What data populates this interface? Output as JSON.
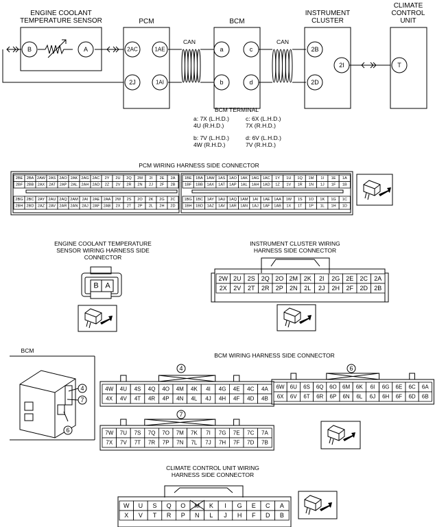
{
  "components": {
    "ect_sensor": "ENGINE COOLANT\nTEMPERATURE SENSOR",
    "pcm": "PCM",
    "bcm": "BCM",
    "instrument_cluster": "INSTRUMENT\nCLUSTER",
    "climate_control_unit": "CLIMATE\nCONTROL\nUNIT"
  },
  "pins": {
    "ect_b": "B",
    "ect_a": "A",
    "pcm_2ac": "2AC",
    "pcm_1ae": "1AE",
    "pcm_2j": "2J",
    "pcm_1ai": "1AI",
    "bcm_a": "a",
    "bcm_b": "b",
    "bcm_c": "c",
    "bcm_d": "d",
    "ic_2b": "2B",
    "ic_2d": "2D",
    "ic_2i": "2I",
    "ccu_t": "T"
  },
  "can_label": "CAN",
  "bcm_terminal": {
    "title": "BCM TERMINAL",
    "a": "a: 7X (L.H.D.)\n    4U (R.H.D.)",
    "b": "b: 7V (L.H.D.)\n    4W (R.H.D.)",
    "c": "c: 6X (L.H.D.)\n    7X (R.H.D.)",
    "d": "d: 6V (L.H.D.)\n    7V (R.H.D.)"
  },
  "pcm_connector": {
    "title": "PCM WIRING HARNESS SIDE CONNECTOR",
    "left_top": [
      [
        "2BE",
        "2BA",
        "2AW",
        "2AS",
        "2AO",
        "2AK",
        "2AG",
        "2AC",
        "2Y",
        "2U",
        "2Q",
        "2M",
        "2I",
        "2E",
        "2A"
      ],
      [
        "2BF",
        "2BB",
        "2AX",
        "2AT",
        "2AP",
        "2AL",
        "2AH",
        "2AD",
        "2Z",
        "2V",
        "2R",
        "2N",
        "2J",
        "2F",
        "2B"
      ]
    ],
    "left_bottom": [
      [
        "2BG",
        "2BC",
        "2AY",
        "2AU",
        "2AQ",
        "2AM",
        "2AI",
        "2AE",
        "2AA",
        "2W",
        "2S",
        "2O",
        "2K",
        "2G",
        "2C"
      ],
      [
        "2BH",
        "2BD",
        "2AZ",
        "2AV",
        "2AR",
        "2AN",
        "2AJ",
        "2AF",
        "2AB",
        "2X",
        "2T",
        "2P",
        "2L",
        "2H",
        "2D"
      ]
    ],
    "right_top": [
      [
        "1BE",
        "1BA",
        "1AW",
        "1AS",
        "1AO",
        "1AK",
        "1AG",
        "1AC",
        "1Y",
        "1U",
        "1Q",
        "1M",
        "1I",
        "1E",
        "1A"
      ],
      [
        "1BF",
        "1BB",
        "1AX",
        "1AT",
        "1AP",
        "1AL",
        "1AH",
        "1AD",
        "1Z",
        "1V",
        "1R",
        "1N",
        "1J",
        "1F",
        "1B"
      ]
    ],
    "right_bottom": [
      [
        "1BG",
        "1BC",
        "1AY",
        "1AU",
        "1AQ",
        "1AM",
        "1AI",
        "1AE",
        "1AA",
        "1W",
        "1S",
        "1O",
        "1K",
        "1G",
        "1C"
      ],
      [
        "1BH",
        "1BD",
        "1AZ",
        "1AV",
        "1AR",
        "1AN",
        "1AJ",
        "1AF",
        "1AB",
        "1X",
        "1T",
        "1P",
        "1L",
        "1H",
        "1D"
      ]
    ]
  },
  "ect_connector": {
    "title": "ENGINE COOLANT TEMPERATURE\nSENSOR WIRING HARNESS SIDE\nCONNECTOR",
    "pins": [
      "B",
      "A"
    ]
  },
  "ic_connector": {
    "title": "INSTRUMENT CLUSTER WIRING\nHARNESS SIDE CONNECTOR",
    "rows": [
      [
        "2W",
        "2U",
        "2S",
        "2Q",
        "2O",
        "2M",
        "2K",
        "2I",
        "2G",
        "2E",
        "2C",
        "2A"
      ],
      [
        "2X",
        "2V",
        "2T",
        "2R",
        "2P",
        "2N",
        "2L",
        "2J",
        "2H",
        "2F",
        "2D",
        "2B"
      ]
    ]
  },
  "bcm_section": {
    "label": "BCM",
    "title": "BCM WIRING HARNESS SIDE CONNECTOR",
    "callouts": [
      "4",
      "7",
      "6"
    ],
    "conn4": {
      "num": "4",
      "rows": [
        [
          "4W",
          "4U",
          "4S",
          "4Q",
          "4O",
          "4M",
          "4K",
          "4I",
          "4G",
          "4E",
          "4C",
          "4A"
        ],
        [
          "4X",
          "4V",
          "4T",
          "4R",
          "4P",
          "4N",
          "4L",
          "4J",
          "4H",
          "4F",
          "4D",
          "4B"
        ]
      ]
    },
    "conn6": {
      "num": "6",
      "rows": [
        [
          "6W",
          "6U",
          "6S",
          "6Q",
          "6O",
          "6M",
          "6K",
          "6I",
          "6G",
          "6E",
          "6C",
          "6A"
        ],
        [
          "6X",
          "6V",
          "6T",
          "6R",
          "6P",
          "6N",
          "6L",
          "6J",
          "6H",
          "6F",
          "6D",
          "6B"
        ]
      ]
    },
    "conn7": {
      "num": "7",
      "rows": [
        [
          "7W",
          "7U",
          "7S",
          "7Q",
          "7O",
          "7M",
          "7K",
          "7I",
          "7G",
          "7E",
          "7C",
          "7A"
        ],
        [
          "7X",
          "7V",
          "7T",
          "7R",
          "7P",
          "7N",
          "7L",
          "7J",
          "7H",
          "7F",
          "7D",
          "7B"
        ]
      ]
    }
  },
  "ccu_connector": {
    "title": "CLIMATE CONTROL UNIT WIRING\nHARNESS SIDE CONNECTOR",
    "rows": [
      [
        "W",
        "U",
        "S",
        "Q",
        "O",
        "M",
        "K",
        "I",
        "G",
        "E",
        "C",
        "A"
      ],
      [
        "X",
        "V",
        "T",
        "R",
        "P",
        "N",
        "L",
        "J",
        "H",
        "F",
        "D",
        "B"
      ]
    ]
  }
}
